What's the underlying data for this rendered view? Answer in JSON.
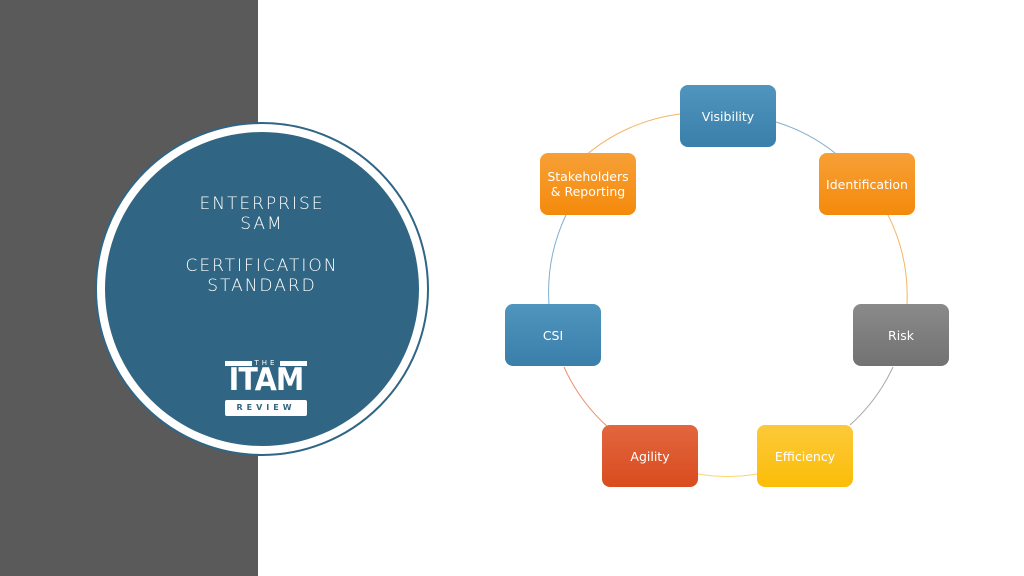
{
  "badge": {
    "line1": "ENTERPRISE",
    "line2": "SAM",
    "line3": "CERTIFICATION",
    "line4": "STANDARD",
    "logo": {
      "the": "THE",
      "itam": "ITAM",
      "review": "REVIEW"
    },
    "colors": {
      "fill": "#306684",
      "ring": "#ffffff",
      "panel": "#5a5a5a"
    }
  },
  "cycle": {
    "nodes": [
      {
        "label": "Visibility",
        "color_top": "#4f95bd",
        "color_bottom": "#3a7fab"
      },
      {
        "label": "Identification",
        "color_top": "#f7a036",
        "color_bottom": "#f48a0c"
      },
      {
        "label": "Risk",
        "color_top": "#8a8a8a",
        "color_bottom": "#727272"
      },
      {
        "label": "Efficiency",
        "color_top": "#fcc93a",
        "color_bottom": "#fbbd08"
      },
      {
        "label": "Agility",
        "color_top": "#e2663f",
        "color_bottom": "#d94c1e"
      },
      {
        "label": "CSI",
        "color_top": "#4f95bd",
        "color_bottom": "#3a7fab"
      },
      {
        "label": "Stakeholders\n& Reporting",
        "color_top": "#f7a036",
        "color_bottom": "#f48a0c"
      }
    ]
  }
}
